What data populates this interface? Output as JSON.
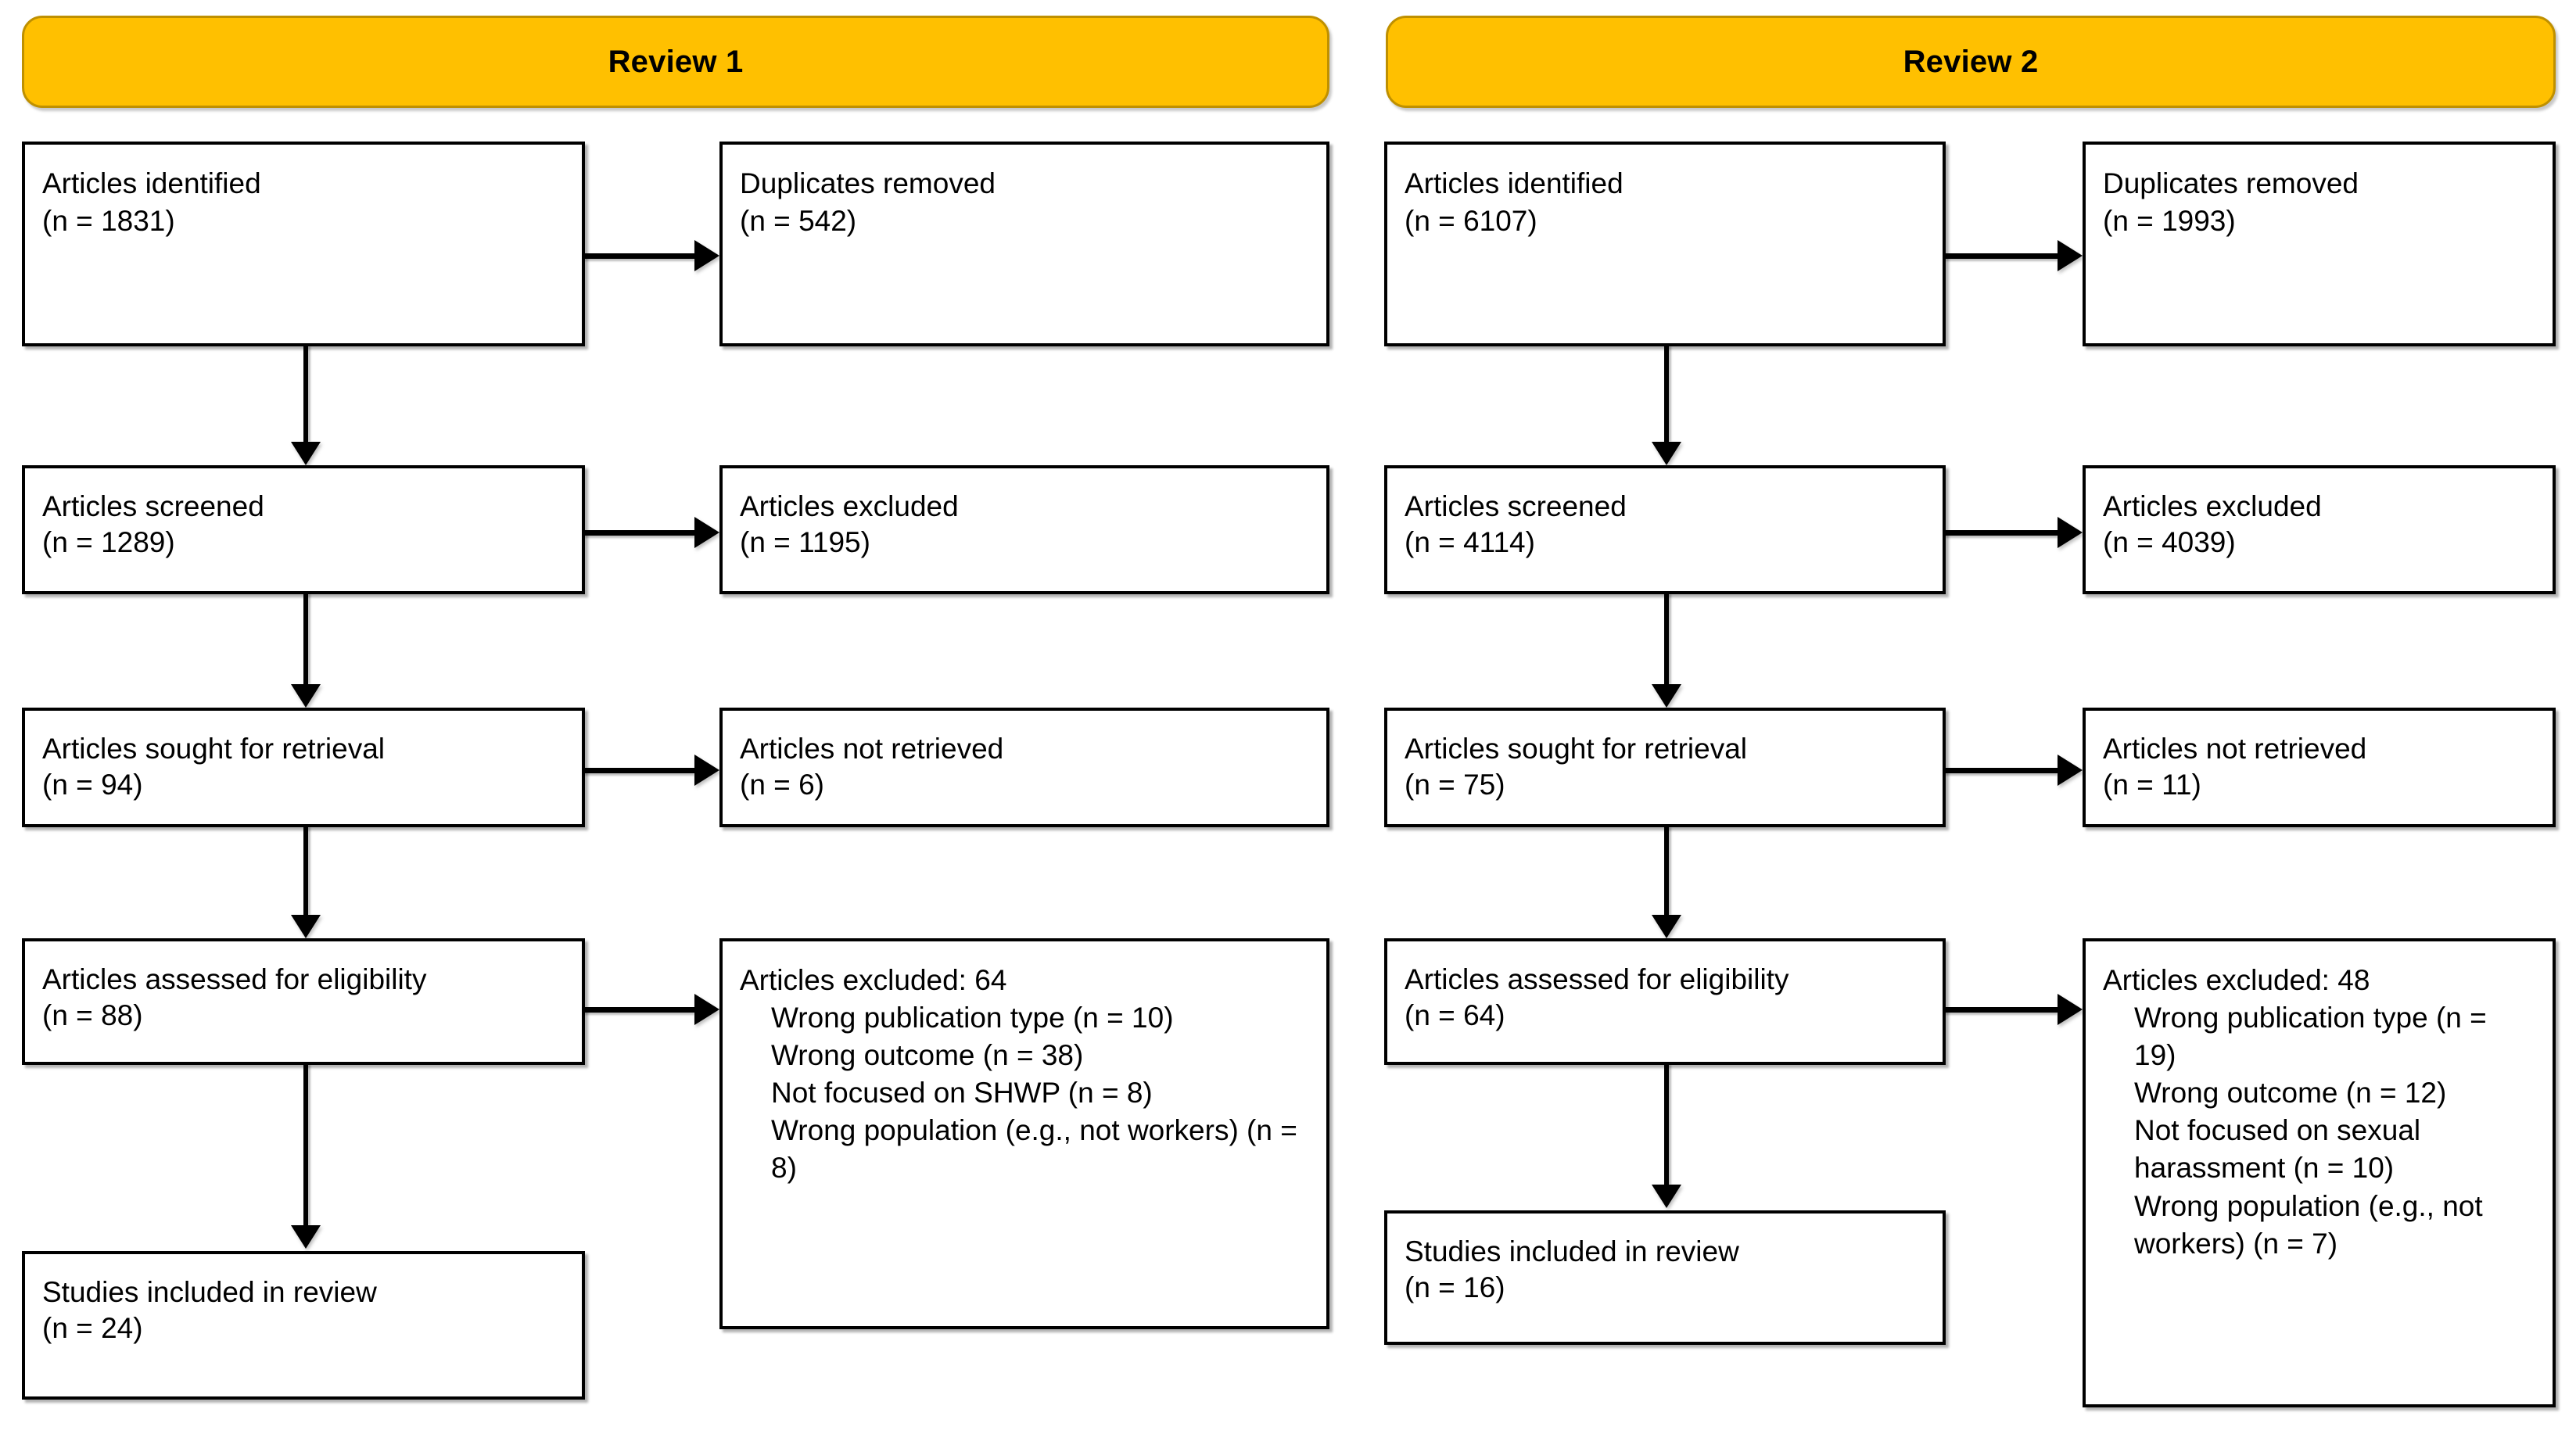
{
  "diagram": {
    "type": "prisma-flow-diagram",
    "columns": [
      {
        "header": "Review 1",
        "nodes": {
          "identified": {
            "title": "Articles identified",
            "count": "(n = 1831)"
          },
          "duplicates": {
            "title": "Duplicates removed",
            "count": "(n = 542)"
          },
          "screened": {
            "title": "Articles screened",
            "count": "(n = 1289)"
          },
          "excluded1": {
            "title": "Articles excluded",
            "count": "(n = 1195)"
          },
          "sought": {
            "title": "Articles sought for retrieval",
            "count": "(n = 94)"
          },
          "notretr": {
            "title": "Articles not retrieved",
            "count": "(n = 6)"
          },
          "assessed": {
            "title": "Articles assessed for eligibility",
            "count": "(n = 88)"
          },
          "included": {
            "title": "Studies included in review",
            "count": "(n = 24)"
          },
          "excluded_detail": {
            "title": "Articles excluded: 64",
            "reasons": [
              "Wrong publication type (n = 10)",
              "Wrong outcome (n = 38)",
              "Not focused on SHWP (n = 8)",
              "Wrong population (e.g., not workers) (n = 8)"
            ]
          }
        }
      },
      {
        "header": "Review 2",
        "nodes": {
          "identified": {
            "title": "Articles identified",
            "count": "(n = 6107)"
          },
          "duplicates": {
            "title": "Duplicates removed",
            "count": "(n = 1993)"
          },
          "screened": {
            "title": "Articles screened",
            "count": "(n = 4114)"
          },
          "excluded1": {
            "title": "Articles excluded",
            "count": "(n = 4039)"
          },
          "sought": {
            "title": "Articles sought for retrieval",
            "count": "(n = 75)"
          },
          "notretr": {
            "title": "Articles not retrieved",
            "count": "(n = 11)"
          },
          "assessed": {
            "title": "Articles assessed for eligibility",
            "count": "(n = 64)"
          },
          "included": {
            "title": "Studies included in review",
            "count": "(n = 16)"
          },
          "excluded_detail": {
            "title": "Articles excluded: 48",
            "reasons": [
              "Wrong publication type (n = 19)",
              "Wrong outcome (n = 12)",
              "Not focused on sexual harassment (n = 10)",
              "Wrong population (e.g., not workers) (n = 7)"
            ]
          }
        }
      }
    ],
    "colors": {
      "banner_fill": "#FFC000",
      "banner_border": "#BF9000",
      "box_border": "#000000",
      "box_fill": "#FFFFFF",
      "text": "#000000",
      "background": "#FFFFFF"
    }
  }
}
